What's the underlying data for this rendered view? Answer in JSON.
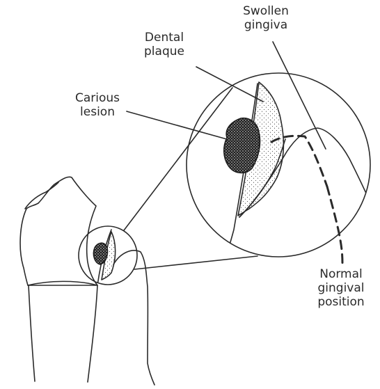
{
  "labels": {
    "swollen_gingiva": [
      "Swollen",
      "gingiva"
    ],
    "dental_plaque": [
      "Dental",
      "plaque"
    ],
    "carious_lesion": [
      "Carious",
      "lesion"
    ],
    "normal_gingival_position": [
      "Normal",
      "gingival",
      "position"
    ]
  },
  "colors": {
    "ink": "#2a2a2a",
    "background": "#ffffff"
  }
}
